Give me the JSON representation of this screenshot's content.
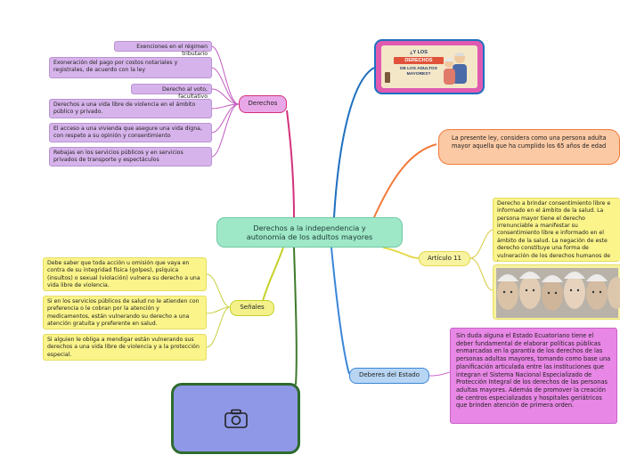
{
  "center": {
    "label": "Derechos a la independencia y autonomía de los adultos mayores"
  },
  "derechos": {
    "label": "Derechos",
    "items": [
      "Exenciones en el régimen tributario",
      "Exoneración del pago por costos notariales y registrales, de acuerdo con la ley",
      "Derecho al voto, facultativo",
      "Derechos a una vida libre de violencia en el ámbito público y privado.",
      "El acceso a una vivienda que asegure una vida digna, con respeto a su opinión y consentimiento",
      "Rebajas en los servicios públicos y en servicios privados de transporte y espectáculos"
    ]
  },
  "senales": {
    "label": "Señales",
    "items": [
      "Debe saber que toda acción u omisión que vaya en contra de su integridad física (golpes), psíquica (insultos) o sexual (violación) vulnera su derecho  a una vida libre de  violencia.",
      "Si en los servicios públicos de salud no le atienden con preferencia o le cobran por la atención y medicamentos, están vulnerando su derecho a una atención gratuita y preferente en salud.",
      "Si alguien le obliga a mendigar están vulnerando sus derechos a una vida libre de violencia y a la protección especial."
    ]
  },
  "image_banner": {
    "title_top": "¿Y LOS",
    "ribbon": "DERECHOS",
    "title_bottom": "DE LOS ADULTOS MAYORES?"
  },
  "definicion": {
    "text": "La presente ley, considera como una persona adulta mayor aquella que ha cumplido los 65 años de edad"
  },
  "articulo": {
    "label": "Artículo 11",
    "text": "Derecho a brindar consentimiento libre e informado en el ámbito de la salud. La persona mayor tiene el derecho irrenunciable a manifestar su consentimiento libre e informado en el ámbito de la salud. La negación de este derecho constituye una forma de vulneración de los derechos humanos de la persona mayo"
  },
  "deberes": {
    "label": "Deberes del Estado",
    "text": "Sin duda alguna el Estado Ecuatoriano  tiene el deber fundamental de elaborar políticas públicas enmarcadas en la garantía de los derechos de las personas adultas mayores, tomando como base una planificación articulada entre las instituciones que integran el Sistema Nacional Especializado de Protección Integral de los derechos de las personas adultas mayores. Además de promover la creación de centros especializados y hospitales geriátricos que brinden atención de primera orden."
  },
  "colors": {
    "center": "#9ee8c8",
    "derechos": "#e07fdc",
    "senales": "#c4d12a",
    "banner": "#1f6fc0",
    "definicion": "#f27a3a",
    "articulo": "#e6d84a",
    "deberes": "#3a86d8",
    "image_placeholder": "#2e6b2e"
  },
  "icons": {
    "photo_placeholder": "camera-icon"
  }
}
